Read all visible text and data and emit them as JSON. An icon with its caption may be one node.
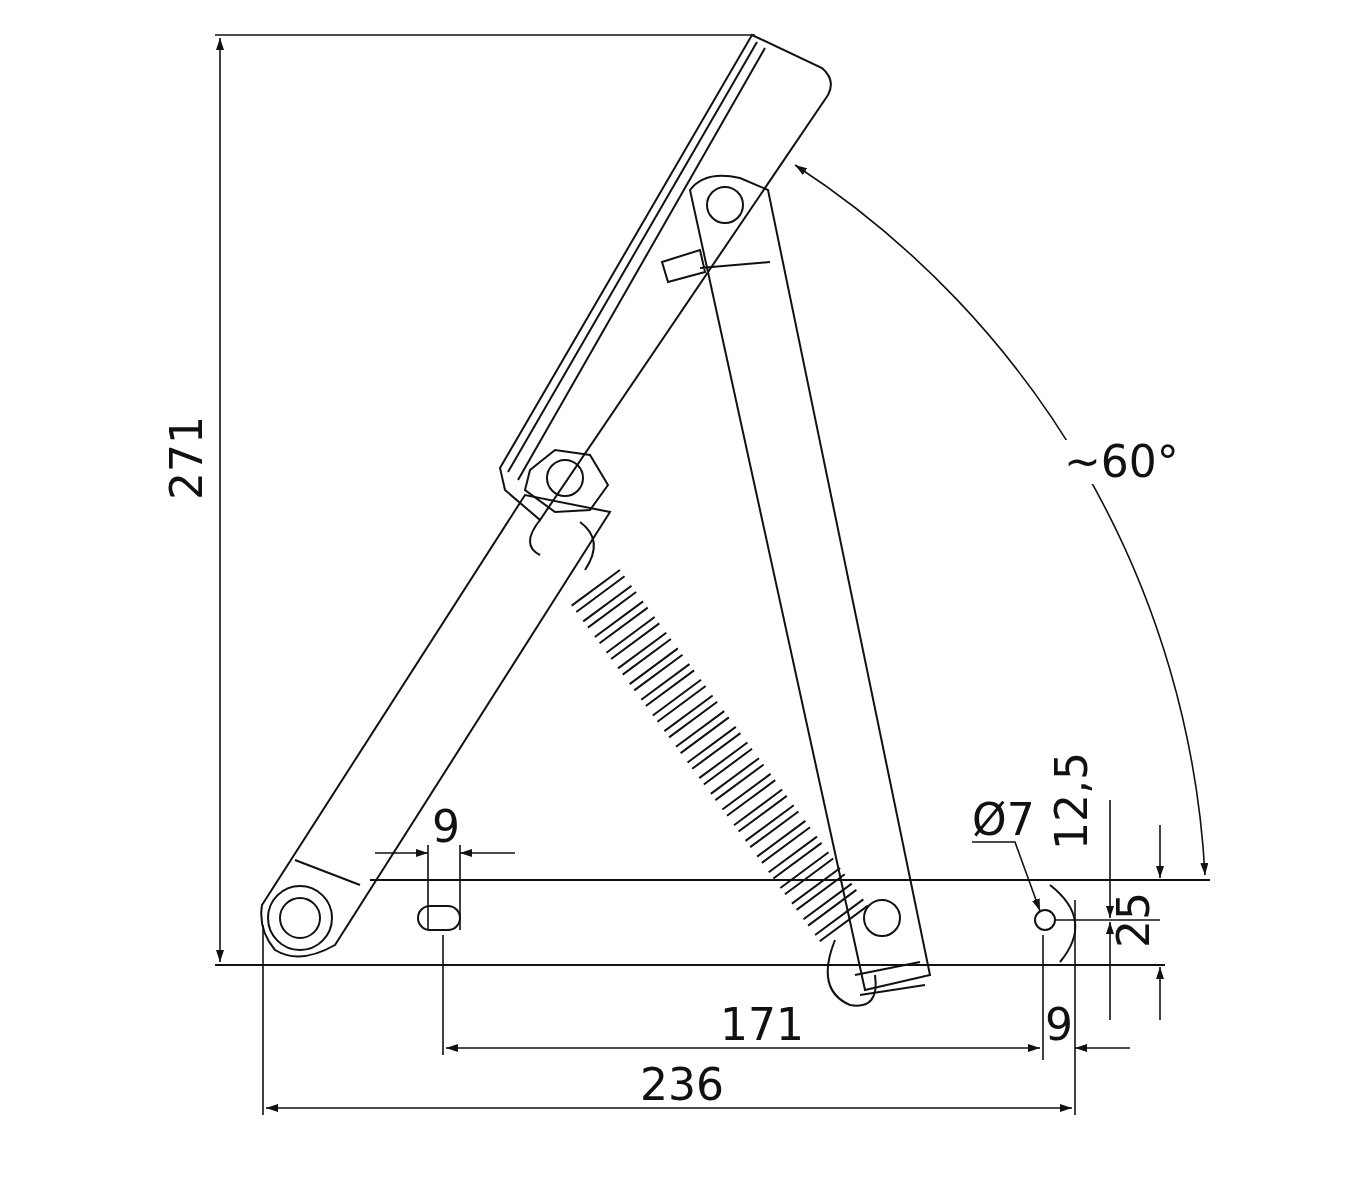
{
  "diagram": {
    "nodes": [
      {
        "text": [
          "Ø7"
        ]
      },
      {
        "text": [],
        "shape": "circle"
      }
    ],
    "edges": [
      {
        "from": 0,
        "to": 1,
        "arrow": "to"
      }
    ],
    "labels": [
      "271",
      "~60°",
      "12,5",
      "9",
      "25",
      "171",
      "9",
      "236"
    ]
  }
}
